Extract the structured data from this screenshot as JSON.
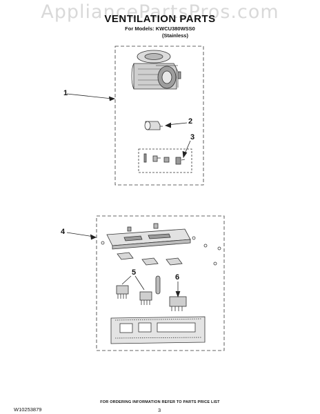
{
  "watermark": "AppliancePartsPros.com",
  "title": "VENTILATION PARTS",
  "subtitle_models": "For Models: KWCU380WSS0",
  "subtitle_finish": "(Stainless)",
  "callouts": [
    "1",
    "2",
    "3",
    "4",
    "5",
    "6"
  ],
  "footer_note": "FOR ORDERING INFORMATION REFER TO PARTS PRICE LIST",
  "document_number": "W10253879",
  "page_number": "3"
}
